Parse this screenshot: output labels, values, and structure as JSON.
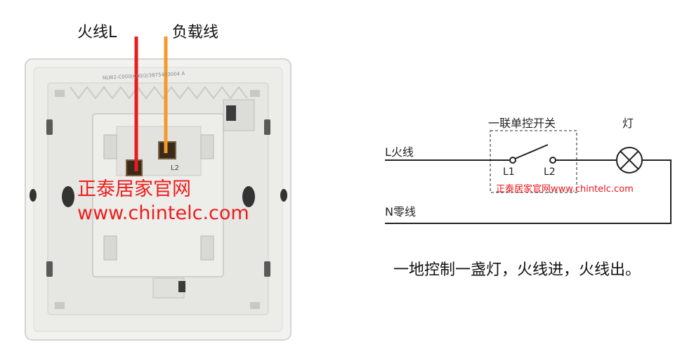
{
  "photo": {
    "live_wire_label": "火线L",
    "load_wire_label": "负载线",
    "terminal_label": "L2",
    "back_print": "NLW2-C000|K00/2/3875453004 A",
    "watermark_name": "正泰居家官网",
    "watermark_url": "www.chintelc.com",
    "colors": {
      "live_wire": "#e81e1e",
      "load_wire": "#f39a2b"
    }
  },
  "diagram": {
    "switch_title": "一联单控开关",
    "lamp_label": "灯",
    "live_label": "L火线",
    "neutral_label": "N零线",
    "terminal_1": "L1",
    "terminal_2": "L2",
    "watermark": "正泰居家官网www.chintelc.com"
  },
  "caption": "一地控制一盏灯，火线进，火线出。"
}
